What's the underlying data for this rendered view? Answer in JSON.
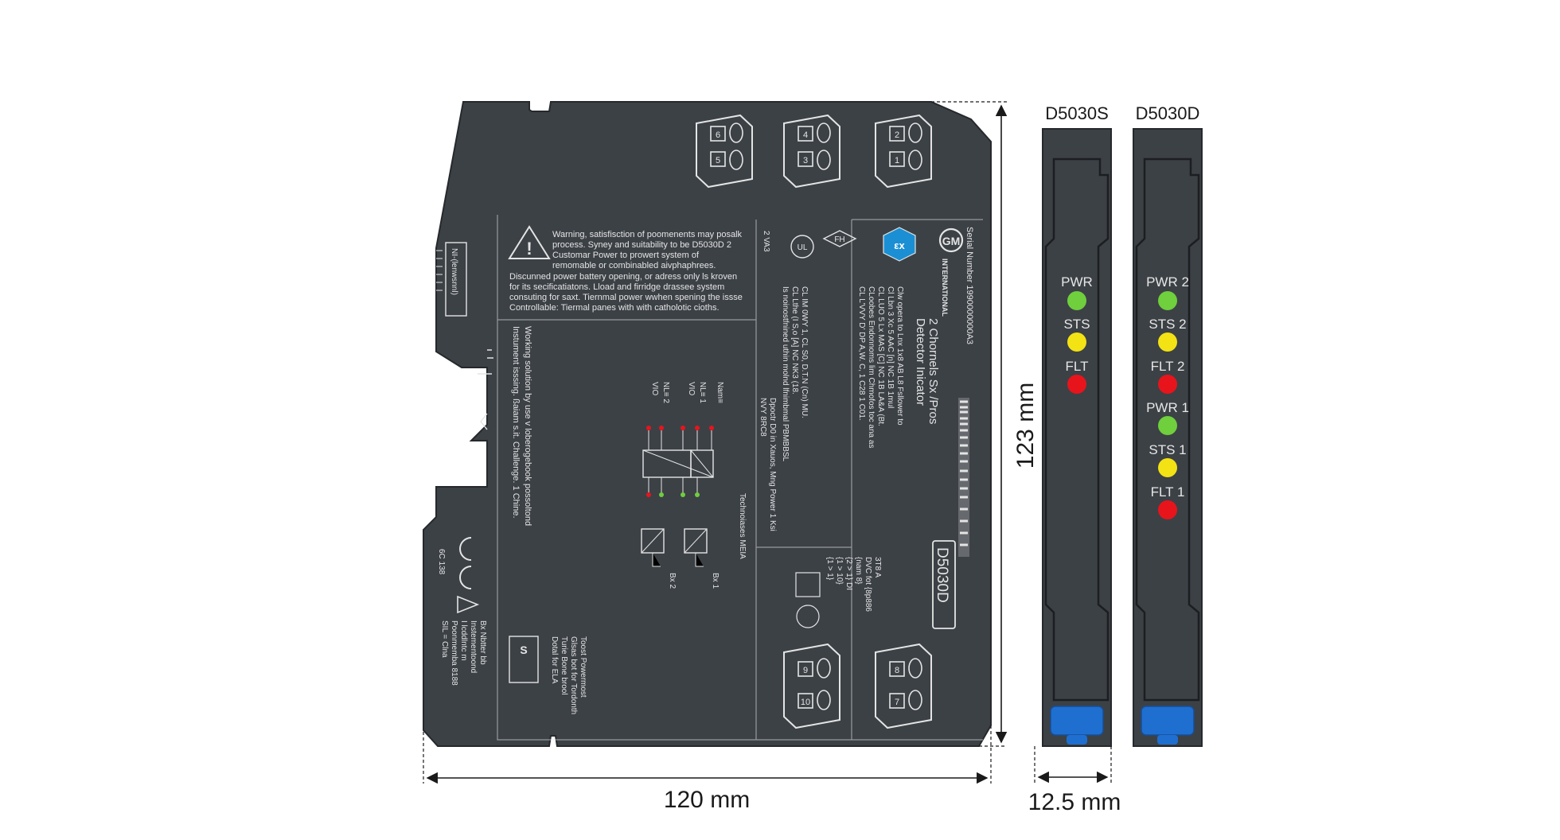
{
  "dimensions": {
    "width_label": "120 mm",
    "height_label": "123 mm",
    "depth_label": "12.5 mm"
  },
  "side_views": [
    {
      "model": "D5030S",
      "leds": [
        {
          "label": "PWR",
          "color": "#6fcf3c"
        },
        {
          "label": "STS",
          "color": "#f3e214"
        },
        {
          "label": "FLT",
          "color": "#e8141c"
        }
      ]
    },
    {
      "model": "D5030D",
      "leds": [
        {
          "label": "PWR 2",
          "color": "#6fcf3c"
        },
        {
          "label": "STS 2",
          "color": "#f3e214"
        },
        {
          "label": "FLT 2",
          "color": "#e8141c"
        },
        {
          "label": "PWR 1",
          "color": "#6fcf3c"
        },
        {
          "label": "STS 1",
          "color": "#f3e214"
        },
        {
          "label": "FLT 1",
          "color": "#e8141c"
        }
      ]
    }
  ],
  "front": {
    "warning_lines": [
      "Warning, satisfisction of poomenents may posalk",
      "process. Syney and suitability to be D5030D 2",
      "Customar Power to prowert system of",
      "remomable or combinabled aivphaphrees.",
      "Discunned power battery opening, or adress only ls kroven",
      "for its secificatiatons. Lload and firridge drassee system",
      "consuting for saxt. Tiernmal power wwhen spening the issse",
      "Controllable: Tiermal panes with with catholotic cioths."
    ],
    "serial": "Serial Number 1990000000A3",
    "brand": "INTERNATIONAL",
    "product_title": "2 Chornels Sx /Pros",
    "product_subtitle": "Detector Inicator",
    "model_box": "D5030D",
    "terminal_numbers": [
      "6",
      "5",
      "4",
      "3",
      "2",
      "1",
      "9",
      "10",
      "8",
      "7"
    ],
    "ce_code": "6C 138",
    "footer_lines": [
      "Bx Nbtter bb",
      "Instementoond",
      "I lcddlntc m",
      "Poonmemba 8188",
      "SIL = Clna"
    ],
    "side_cert_lines": [
      "Toost Powermost",
      "Glsas bot for Tordonth",
      "Turie Bone brool",
      "Dotal for ELA"
    ],
    "spec_lines": [
      "Clw opera to Lnx 1x8 AB L8 Fsllower to",
      "Cl Lbn 3 Xc 5 AAC [n] NC 1B 1mul",
      "CL LUO 5 Lx MAS [C] NC 1B LA&A (Bt.",
      "CLoobes Endonnoms lim Chmofos toc ana as",
      "CL L'VVY D' DP A,W. C, 1 C28 1 C01.",
      "CL IM 0WY 1, CL S0, D.T.N (Cn) MU.",
      "CL Lthe (I S,o [A] NC NK3 (18.",
      "Is noinostfnined uthin molnd lfnimbmal PBMBBSL"
    ],
    "left_top_label": "NI-(lenwsnnl)",
    "instrument_lines": [
      "Working solution by use v loberogebook possoltond",
      "Instument isssing. ßaiam s.it. Challenge. 1 Chine."
    ],
    "channel_labels": [
      "NL≡ 2",
      "VIO",
      "NL≡ 1",
      "VIO",
      "Nam≡"
    ],
    "diagram_caption_lines": [
      "Dpoctr D0 in Xauos, Mng Power 1 Ksi",
      "NVY 8RC8",
      "Technoiases MEIA"
    ],
    "right_box_lines": [
      "3T8 A",
      "DVC fot {8p886",
      "{nam 8}",
      "{2 > 1} DI",
      "{1 > 10}",
      "{1 > 1}"
    ],
    "relay_labels": [
      "Bx 2",
      "Bx 1"
    ]
  }
}
